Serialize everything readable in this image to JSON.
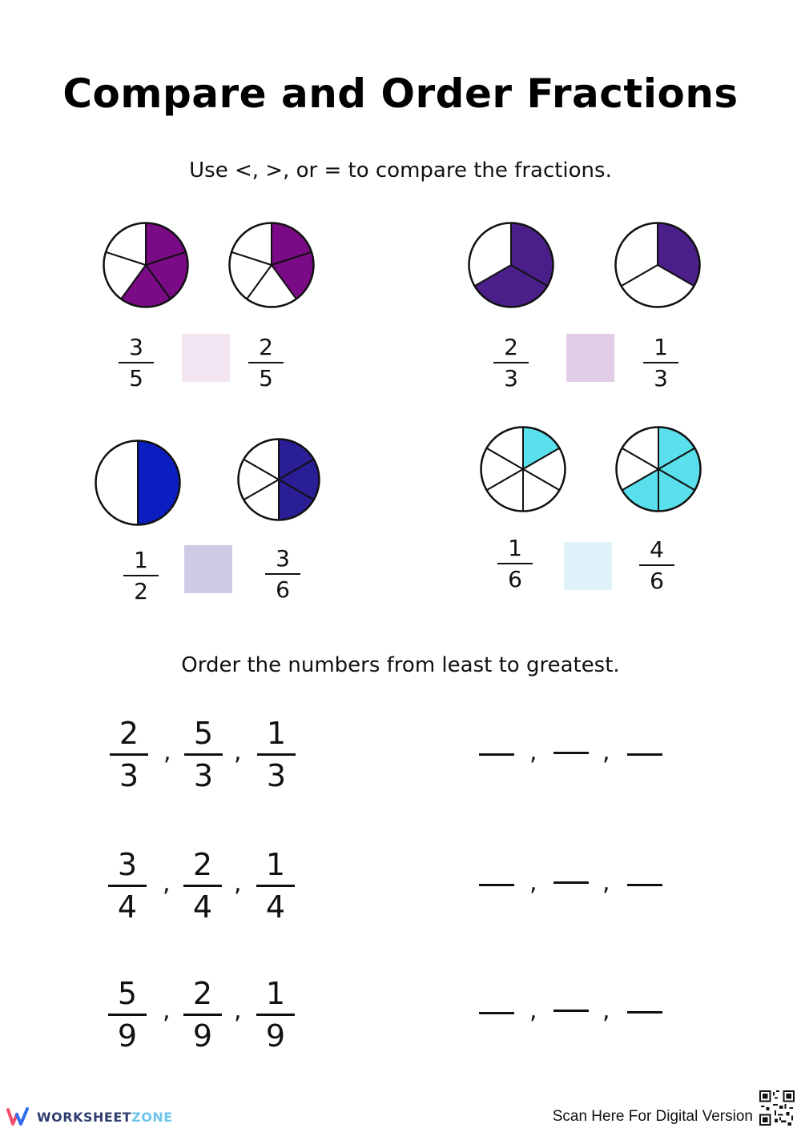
{
  "title": "Compare and Order Fractions",
  "compare_instruction": "Use <, >, or = to compare the fractions.",
  "order_instruction": "Order the numbers from least to greatest.",
  "colors": {
    "purple": "#7a0a86",
    "indigo": "#4b1f8a",
    "blue": "#0b1fc0",
    "navy": "#2a1e96",
    "cyan": "#5ae0ec",
    "box_pink": "#f2e4f0",
    "box_lilac": "#e2cde6",
    "box_slate": "#cfcbe4",
    "box_ice": "#dff1f8"
  },
  "compare_problems": [
    {
      "left": {
        "num": "3",
        "den": "5",
        "pie": {
          "parts": 5,
          "shaded": 3,
          "color": "purple"
        }
      },
      "right": {
        "num": "2",
        "den": "5",
        "pie": {
          "parts": 5,
          "shaded": 2,
          "color": "purple"
        }
      },
      "box_color": "box_pink"
    },
    {
      "left": {
        "num": "2",
        "den": "3",
        "pie": {
          "parts": 3,
          "shaded": 2,
          "color": "indigo"
        }
      },
      "right": {
        "num": "1",
        "den": "3",
        "pie": {
          "parts": 3,
          "shaded": 1,
          "color": "indigo"
        }
      },
      "box_color": "box_lilac"
    },
    {
      "left": {
        "num": "1",
        "den": "2",
        "pie": {
          "parts": 2,
          "shaded": 1,
          "color": "blue"
        }
      },
      "right": {
        "num": "3",
        "den": "6",
        "pie": {
          "parts": 6,
          "shaded": 3,
          "color": "navy"
        }
      },
      "box_color": "box_slate"
    },
    {
      "left": {
        "num": "1",
        "den": "6",
        "pie": {
          "parts": 6,
          "shaded": 1,
          "color": "cyan"
        }
      },
      "right": {
        "num": "4",
        "den": "6",
        "pie": {
          "parts": 6,
          "shaded": 4,
          "color": "cyan"
        }
      },
      "box_color": "box_ice"
    }
  ],
  "order_problems": [
    {
      "fractions": [
        {
          "num": "2",
          "den": "3"
        },
        {
          "num": "5",
          "den": "3"
        },
        {
          "num": "1",
          "den": "3"
        }
      ]
    },
    {
      "fractions": [
        {
          "num": "3",
          "den": "4"
        },
        {
          "num": "2",
          "den": "4"
        },
        {
          "num": "1",
          "den": "4"
        }
      ]
    },
    {
      "fractions": [
        {
          "num": "5",
          "den": "9"
        },
        {
          "num": "2",
          "den": "9"
        },
        {
          "num": "1",
          "den": "9"
        }
      ]
    }
  ],
  "comma": ",",
  "footer": {
    "brand": "WORKSHEETZONE",
    "brand_part1": "WORKSHEET",
    "brand_part2": "ZONE",
    "scan_text": "Scan Here For Digital Version",
    "logo_icon": "worksheetzone-logo",
    "qr_icon": "qr-code-icon"
  }
}
